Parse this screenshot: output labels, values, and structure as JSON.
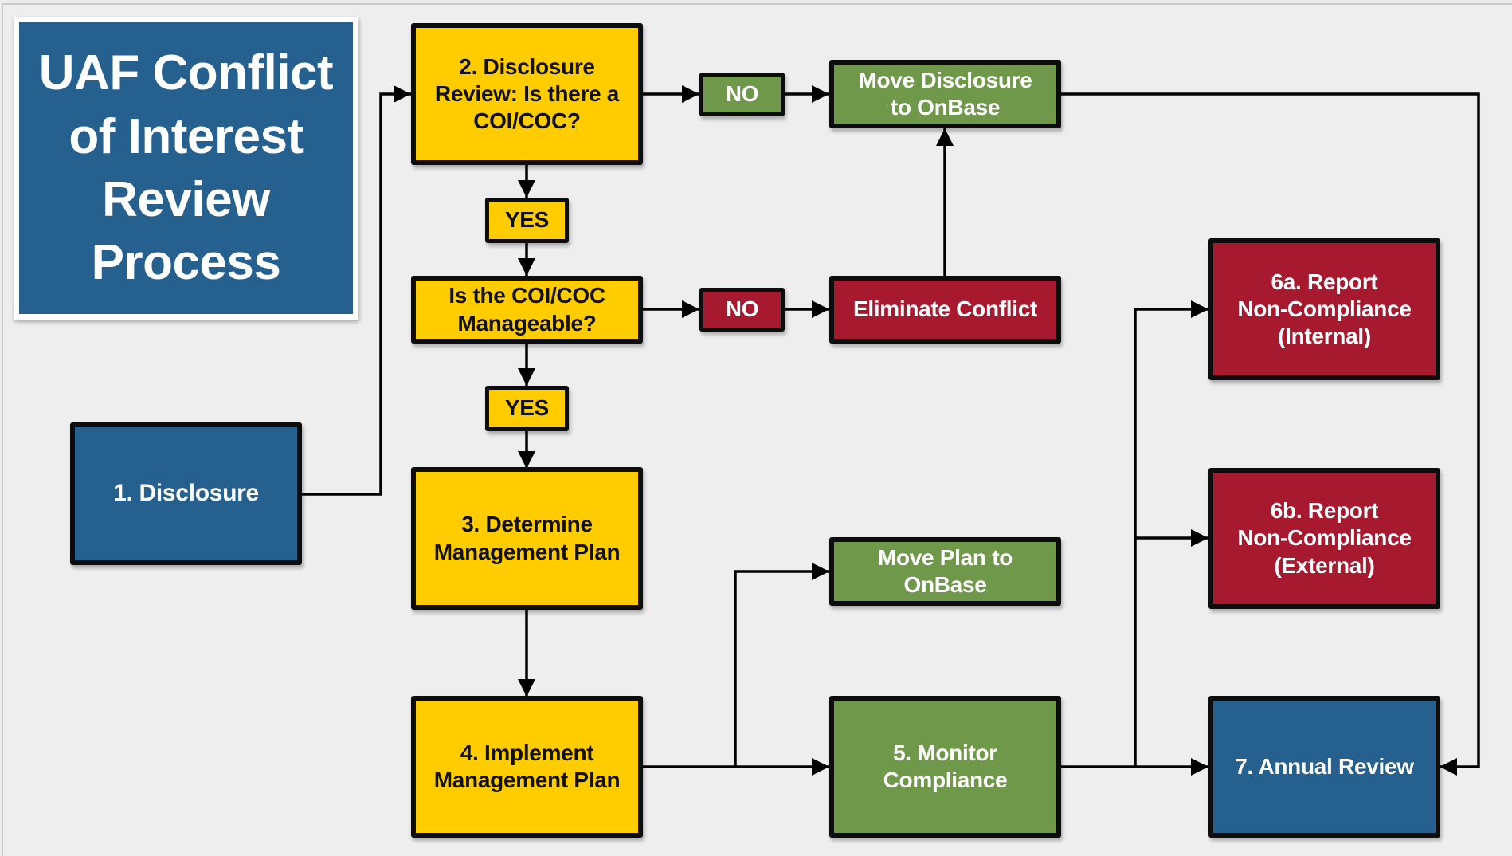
{
  "title": "UAF Conflict\nof Interest\nReview\nProcess",
  "colors": {
    "yellow": "#ffcc00",
    "green": "#70984a",
    "red": "#a6192e",
    "blue": "#25608f",
    "background": "#eeeeee",
    "border": "#0d0d0d"
  },
  "nodes": {
    "disclosure": "1. Disclosure",
    "disclosure_review": "2. Disclosure\nReview: Is there a\nCOI/COC?",
    "no_1": "NO",
    "move_disclosure": "Move Disclosure\nto OnBase",
    "yes_1": "YES",
    "manageable": "Is the COI/COC\nManageable?",
    "no_2": "NO",
    "eliminate_conflict": "Eliminate Conflict",
    "yes_2": "YES",
    "determine_plan": "3. Determine\nManagement Plan",
    "move_plan": "Move Plan to\nOnBase",
    "implement_plan": "4. Implement\nManagement Plan",
    "monitor_compliance": "5. Monitor\nCompliance",
    "report_internal": "6a. Report\nNon-Compliance\n(Internal)",
    "report_external": "6b. Report\nNon-Compliance\n(External)",
    "annual_review": "7. Annual Review"
  },
  "edges": [
    {
      "from": "disclosure",
      "to": "disclosure_review"
    },
    {
      "from": "disclosure_review",
      "to": "no_1"
    },
    {
      "from": "no_1",
      "to": "move_disclosure"
    },
    {
      "from": "move_disclosure",
      "to": "annual_review"
    },
    {
      "from": "disclosure_review",
      "to": "yes_1"
    },
    {
      "from": "yes_1",
      "to": "manageable"
    },
    {
      "from": "manageable",
      "to": "no_2"
    },
    {
      "from": "no_2",
      "to": "eliminate_conflict"
    },
    {
      "from": "eliminate_conflict",
      "to": "move_disclosure"
    },
    {
      "from": "manageable",
      "to": "yes_2"
    },
    {
      "from": "yes_2",
      "to": "determine_plan"
    },
    {
      "from": "determine_plan",
      "to": "implement_plan"
    },
    {
      "from": "implement_plan",
      "to": "move_plan"
    },
    {
      "from": "implement_plan",
      "to": "monitor_compliance"
    },
    {
      "from": "monitor_compliance",
      "to": "report_internal"
    },
    {
      "from": "monitor_compliance",
      "to": "report_external"
    },
    {
      "from": "monitor_compliance",
      "to": "annual_review"
    }
  ]
}
